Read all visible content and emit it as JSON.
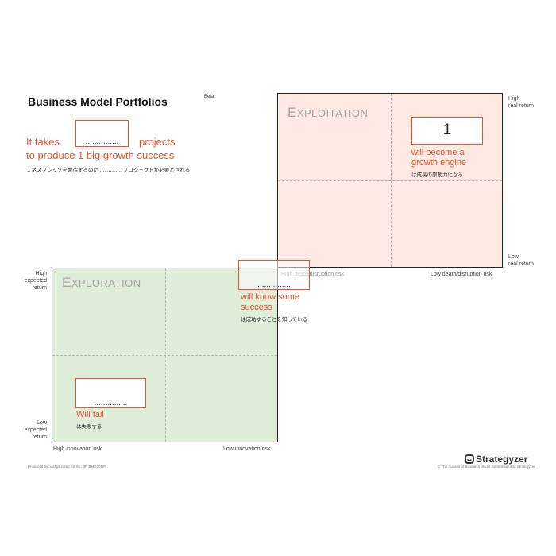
{
  "title": "Business Model Portfolios",
  "beta": "Beta",
  "intro": {
    "prefix": "It takes",
    "blank": "...............",
    "suffix": "projects",
    "line2": "to produce 1 big growth success",
    "jp": "１ネスプレッソを製造するのに ................プロジェクトが必要とされる"
  },
  "exploitation": {
    "title_first": "E",
    "title_rest": "XPLOITATION",
    "value": "1",
    "caption_line1": "will become a",
    "caption_line2": "growth engine",
    "caption_jp": "は成長の原動力になる",
    "y_high": "High\nreal return",
    "y_low": "Low\nreal return",
    "x_left": "High death/disruption risk",
    "x_right": "Low death/disruption risk"
  },
  "middle": {
    "blank": "...............",
    "caption_line1": "will know some",
    "caption_line2": "success",
    "caption_jp": "は成功することを知っている"
  },
  "exploration": {
    "title_first": "E",
    "title_rest": "XPLORATION",
    "blank": "...............",
    "caption": "Will fail",
    "caption_jp": "は失敗する",
    "y_high": "High\nexpected\nreturn",
    "y_low": "Low\nexpected\nreturn",
    "x_left": "High innovation risk",
    "x_right": "Low innovation risk"
  },
  "footer": {
    "left": "Produced by: xlaftys.com | Art no.: 3R BMD301/P",
    "logo": "Strategyzer",
    "tagline": "© The makers of Business Model Generation and Strategyzer"
  },
  "colors": {
    "accent": "#e8532d",
    "exploitation_bg": "#fde9e1",
    "exploration_bg": "#deecd8"
  }
}
